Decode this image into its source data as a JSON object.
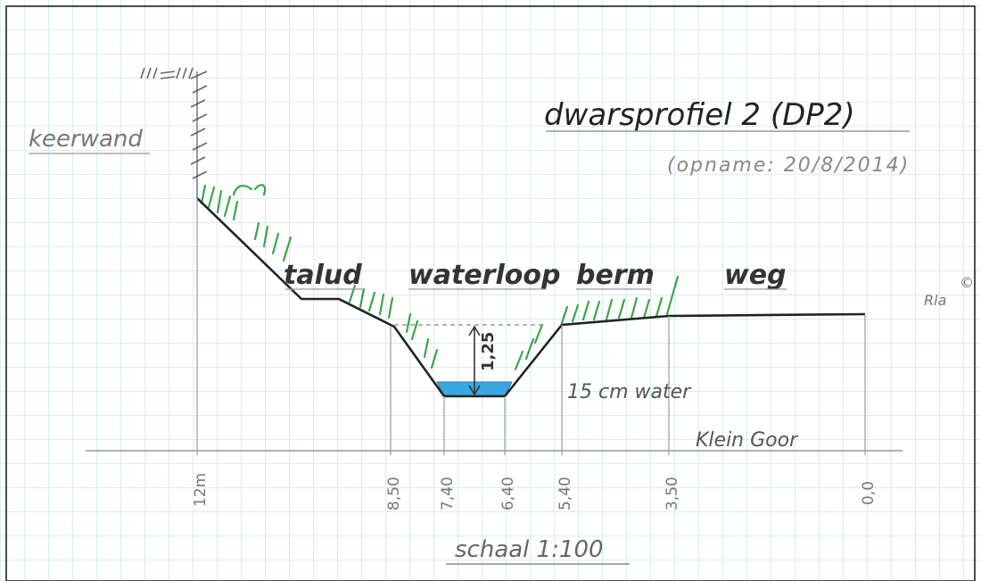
{
  "title": "dwarsprofiel 2 (DP2)",
  "subtitle": "(opname: 20/8/2014)",
  "labels": {
    "keerwand": "keerwand",
    "talud": "talud",
    "waterloop": "waterloop",
    "berm": "berm",
    "weg": "weg"
  },
  "depth": "1,25",
  "water_note": "15 cm water",
  "place": "Klein Goor",
  "distances": [
    "12m",
    "8,50",
    "7,40",
    "6,40",
    "5,40",
    "3,50",
    "0,0"
  ],
  "scale": "schaal 1:100",
  "signature": "Rla",
  "copyright": "©",
  "colors": {
    "grid": "#bfe3f2",
    "profile": "#222222",
    "grass": "#3aa648",
    "water": "#3aa8e0",
    "pencil": "#9a9a9a"
  }
}
